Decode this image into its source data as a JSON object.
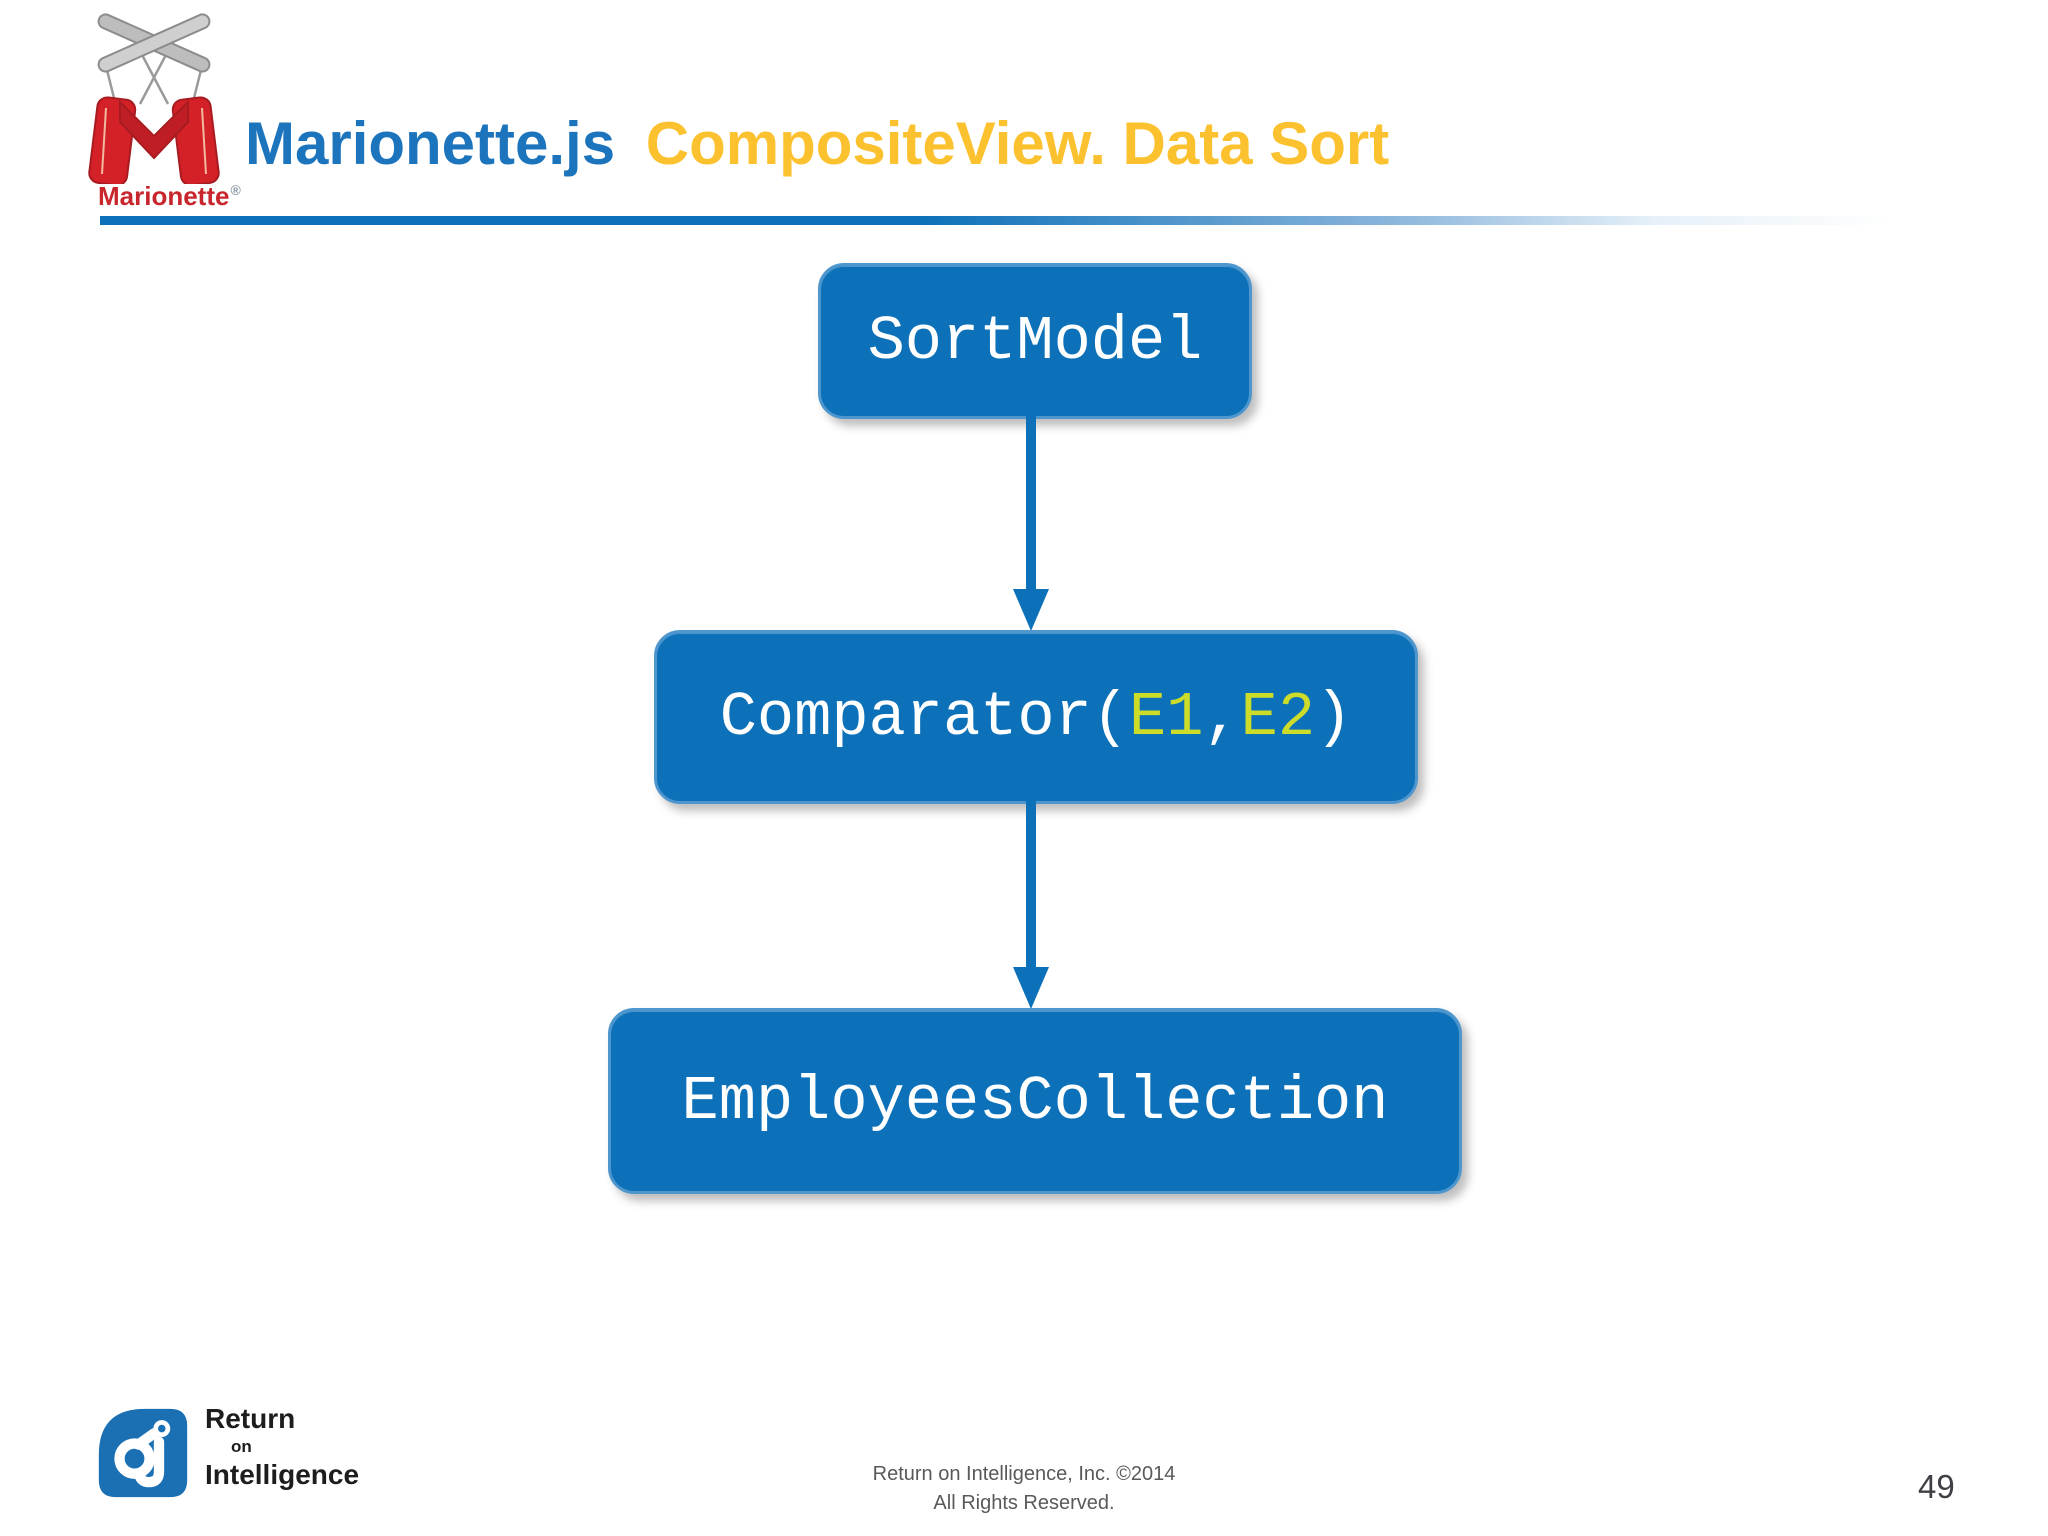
{
  "header": {
    "brand_small": "Marionette",
    "brand_trademark": "®",
    "title_blue": "Marionette.js",
    "title_yellow": "CompositeView. Data Sort"
  },
  "diagram": {
    "box1_label": "SortModel",
    "box2": {
      "prefix": "Comparator(",
      "arg1": "E1",
      "comma": ",",
      "arg2": "E2",
      "suffix": ")"
    },
    "box3_label": "EmployeesCollection"
  },
  "footer": {
    "logo_line1": "Return",
    "logo_line2": "on",
    "logo_line3": "Intelligence",
    "copyright_line1": "Return on Intelligence, Inc. ©2014",
    "copyright_line2": "All Rights Reserved.",
    "page_number": "49"
  },
  "colors": {
    "title_blue": "#1c74bd",
    "title_yellow": "#fcc12e",
    "box_fill": "#0d71b9",
    "box_border": "#4e96ce",
    "code_accent": "#cddc29",
    "brand_red": "#c8262c",
    "ri_logo_blue": "#1b70b4"
  }
}
